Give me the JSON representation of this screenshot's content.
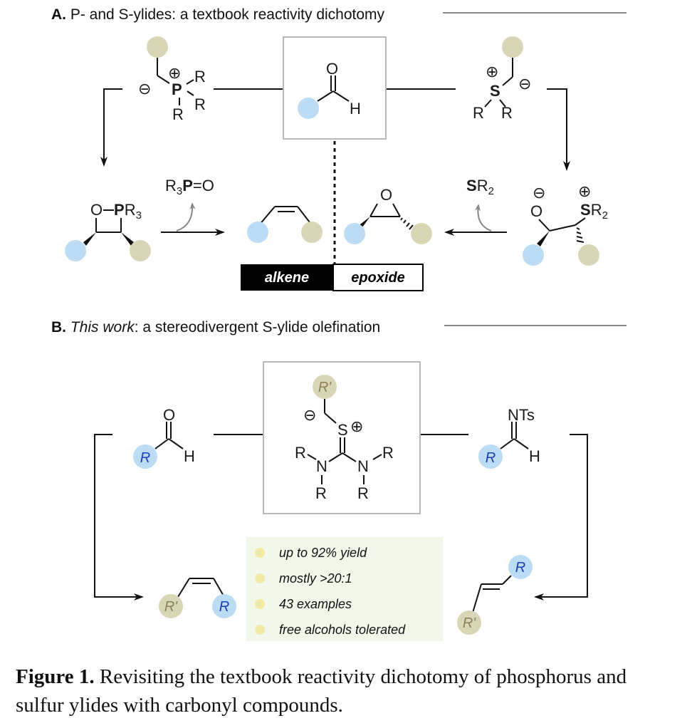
{
  "section_a": {
    "letter": "A.",
    "title": " P- and S-ylides: a textbook reactivity dichotomy"
  },
  "section_b": {
    "letter": "B.",
    "title_italic": "This work",
    "title_rest": ": a stereodivergent S-ylide olefination"
  },
  "labels": {
    "alkene": "alkene",
    "epoxide": "epoxide",
    "R": "R",
    "R_prime": "R'",
    "O": "O",
    "H": "H",
    "P": "P",
    "S": "S",
    "N": "N",
    "NTs": "NTs",
    "R3P_eq_O_prefix": "R",
    "R3P_eq_O_sub": "3",
    "R3P_eq_O_rest": "P=O",
    "PR3_P": "P",
    "PR3_R": "R",
    "PR3_sub": "3",
    "SR2_S": "S",
    "SR2_R": "R",
    "SR2_sub": "2",
    "O_minus_P": "O",
    "plus": "⊕",
    "minus": "⊖"
  },
  "features": [
    "up to 92% yield",
    "mostly >20:1",
    "43 examples",
    "free alcohols tolerated"
  ],
  "caption": {
    "label": "Figure 1.",
    "text": " Revisiting the textbook reactivity dichotomy of phosphorus and sulfur ylides with carbonyl compounds."
  },
  "colors": {
    "blue_ball": "#bcdcf5",
    "olive_ball": "#d8d6b6",
    "feature_bg": "#f1f8ea",
    "feature_dot": "#f0eaa6",
    "R_text_blue": "#1a3fb0",
    "R_text_olive": "#8a8358",
    "box_stroke": "#b8b8b8",
    "line": "#111111"
  }
}
